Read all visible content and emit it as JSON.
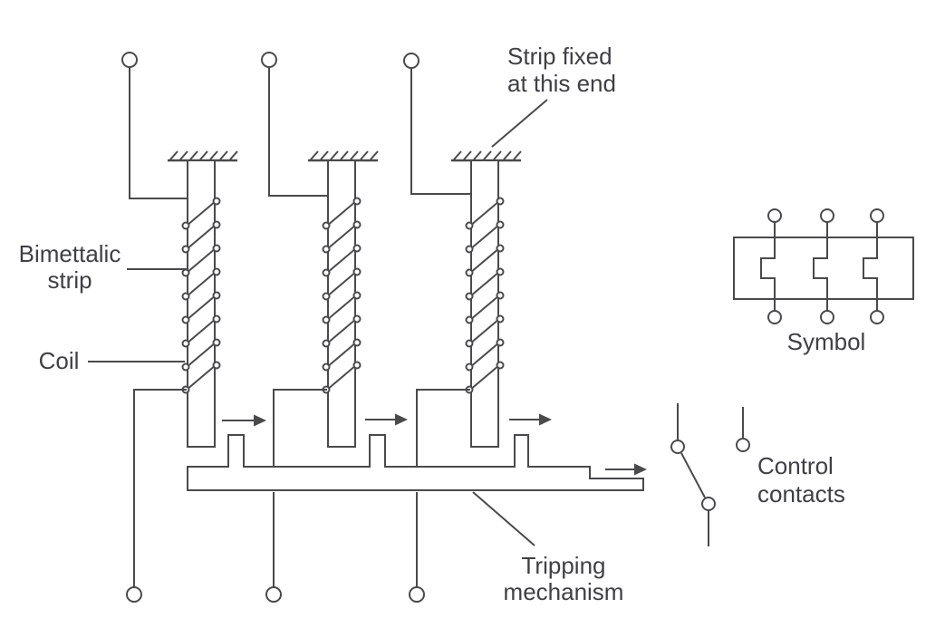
{
  "labels": {
    "strip_fixed": [
      "Strip fixed",
      "at this end"
    ],
    "bimetallic_strip": [
      "Bimettalic",
      "strip"
    ],
    "coil": "Coil",
    "tripping_mechanism": [
      "Tripping",
      "mechanism"
    ],
    "symbol": "Symbol",
    "control_contacts": [
      "Control",
      "contacts"
    ]
  },
  "diagram": {
    "phase_count": 3,
    "top_terminal_count": 3,
    "bottom_terminal_count": 3,
    "coil_turns_per_strip": 8,
    "motion_arrow_count": 4
  },
  "colors": {
    "line": "#4a4a4d",
    "text": "#3e4046",
    "background": "#ffffff"
  }
}
